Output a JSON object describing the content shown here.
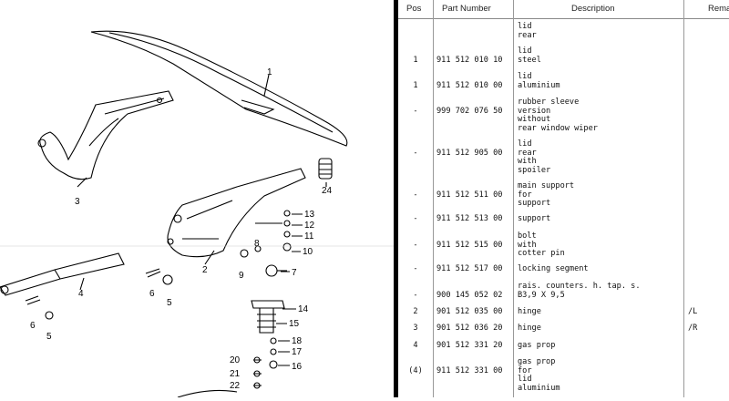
{
  "headers": {
    "pos": "Pos",
    "part_number": "Part Number",
    "description": "Description",
    "remarks": "Rema"
  },
  "rows": [
    {
      "pos": "",
      "part": "",
      "desc": "lid\nrear",
      "rem": ""
    },
    {
      "pos": "1",
      "part": "911 512 010 10",
      "desc": "lid\nsteel",
      "rem": ""
    },
    {
      "pos": "1",
      "part": "911 512 010 00",
      "desc": "lid\naluminium",
      "rem": ""
    },
    {
      "pos": "-",
      "part": "999 702 076 50",
      "desc": "rubber sleeve\nversion\nwithout\nrear window wiper",
      "rem": ""
    },
    {
      "pos": "-",
      "part": "911 512 905 00",
      "desc": "lid\nrear\nwith\nspoiler",
      "rem": ""
    },
    {
      "pos": "-",
      "part": "911 512 511 00",
      "desc": "main support\nfor\nsupport",
      "rem": ""
    },
    {
      "pos": "-",
      "part": "911 512 513 00",
      "desc": "support",
      "rem": ""
    },
    {
      "pos": "-",
      "part": "911 512 515 00",
      "desc": "bolt\nwith\ncotter pin",
      "rem": ""
    },
    {
      "pos": "-",
      "part": "911 512 517 00",
      "desc": "locking segment",
      "rem": ""
    },
    {
      "pos": "-",
      "part": "900 145 052 02",
      "desc": "rais. counters. h. tap. s.\nB3,9 X 9,5",
      "rem": ""
    },
    {
      "pos": "2",
      "part": "901 512 035 00",
      "desc": "hinge",
      "rem": "/L"
    },
    {
      "pos": "3",
      "part": "901 512 036 20",
      "desc": "hinge",
      "rem": "/R"
    },
    {
      "pos": "4",
      "part": "901 512 331 20",
      "desc": "gas prop",
      "rem": ""
    },
    {
      "pos": "(4)",
      "part": "911 512 331 00",
      "desc": "gas prop\nfor\nlid\naluminium",
      "rem": ""
    }
  ],
  "callouts": [
    "1",
    "2",
    "3",
    "4",
    "5",
    "6",
    "7",
    "8",
    "9",
    "10",
    "11",
    "12",
    "13",
    "14",
    "15",
    "16",
    "17",
    "18",
    "20",
    "21",
    "22",
    "24",
    "6",
    "5"
  ]
}
